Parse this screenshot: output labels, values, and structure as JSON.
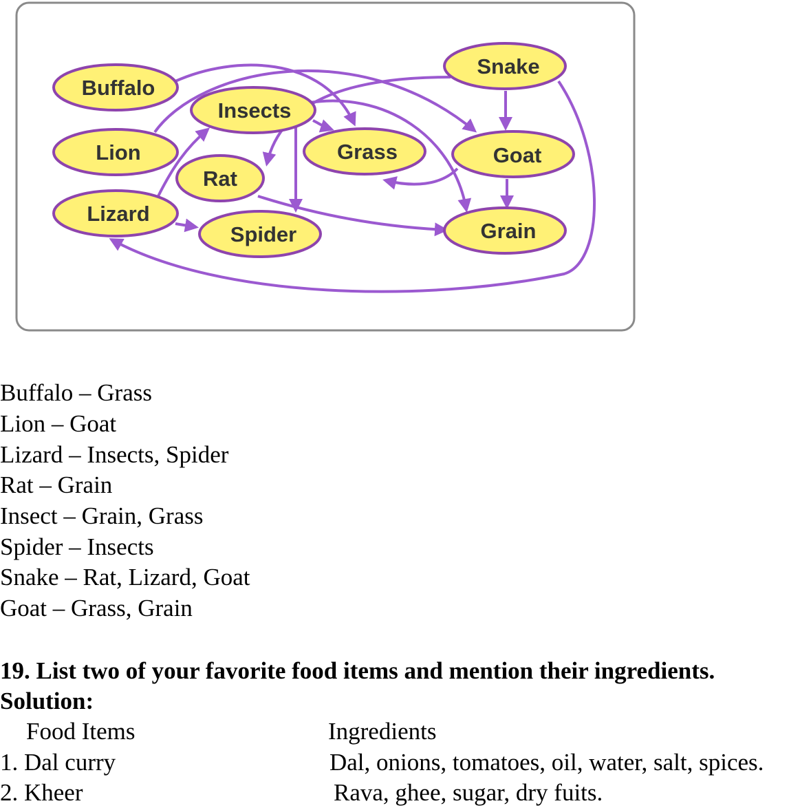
{
  "diagram": {
    "nodes": {
      "buffalo": "Buffalo",
      "lion": "Lion",
      "lizard": "Lizard",
      "insects": "Insects",
      "rat": "Rat",
      "spider": "Spider",
      "grass": "Grass",
      "snake": "Snake",
      "goat": "Goat",
      "grain": "Grain"
    },
    "colors": {
      "node_fill": "#FFF176",
      "node_stroke": "#8E44AD",
      "arrow": "#9B59D0",
      "frame": "#8a8a8a"
    }
  },
  "relations": [
    "Buffalo – Grass",
    "Lion – Goat",
    "Lizard – Insects, Spider",
    "Rat – Grain",
    "Insect – Grain, Grass",
    "Spider – Insects",
    "Snake – Rat, Lizard, Goat",
    "Goat – Grass, Grain"
  ],
  "question": "19. List two of your favorite food items and mention their ingredients.",
  "solution_label": "Solution:",
  "table": {
    "header_food": "Food Items",
    "header_ingredients": "Ingredients",
    "rows": [
      {
        "food": "1. Dal curry",
        "ingredients": "Dal, onions, tomatoes, oil, water, salt, spices."
      },
      {
        "food": "2. Kheer",
        "ingredients": "Rava, ghee, sugar, dry fuits."
      }
    ]
  }
}
